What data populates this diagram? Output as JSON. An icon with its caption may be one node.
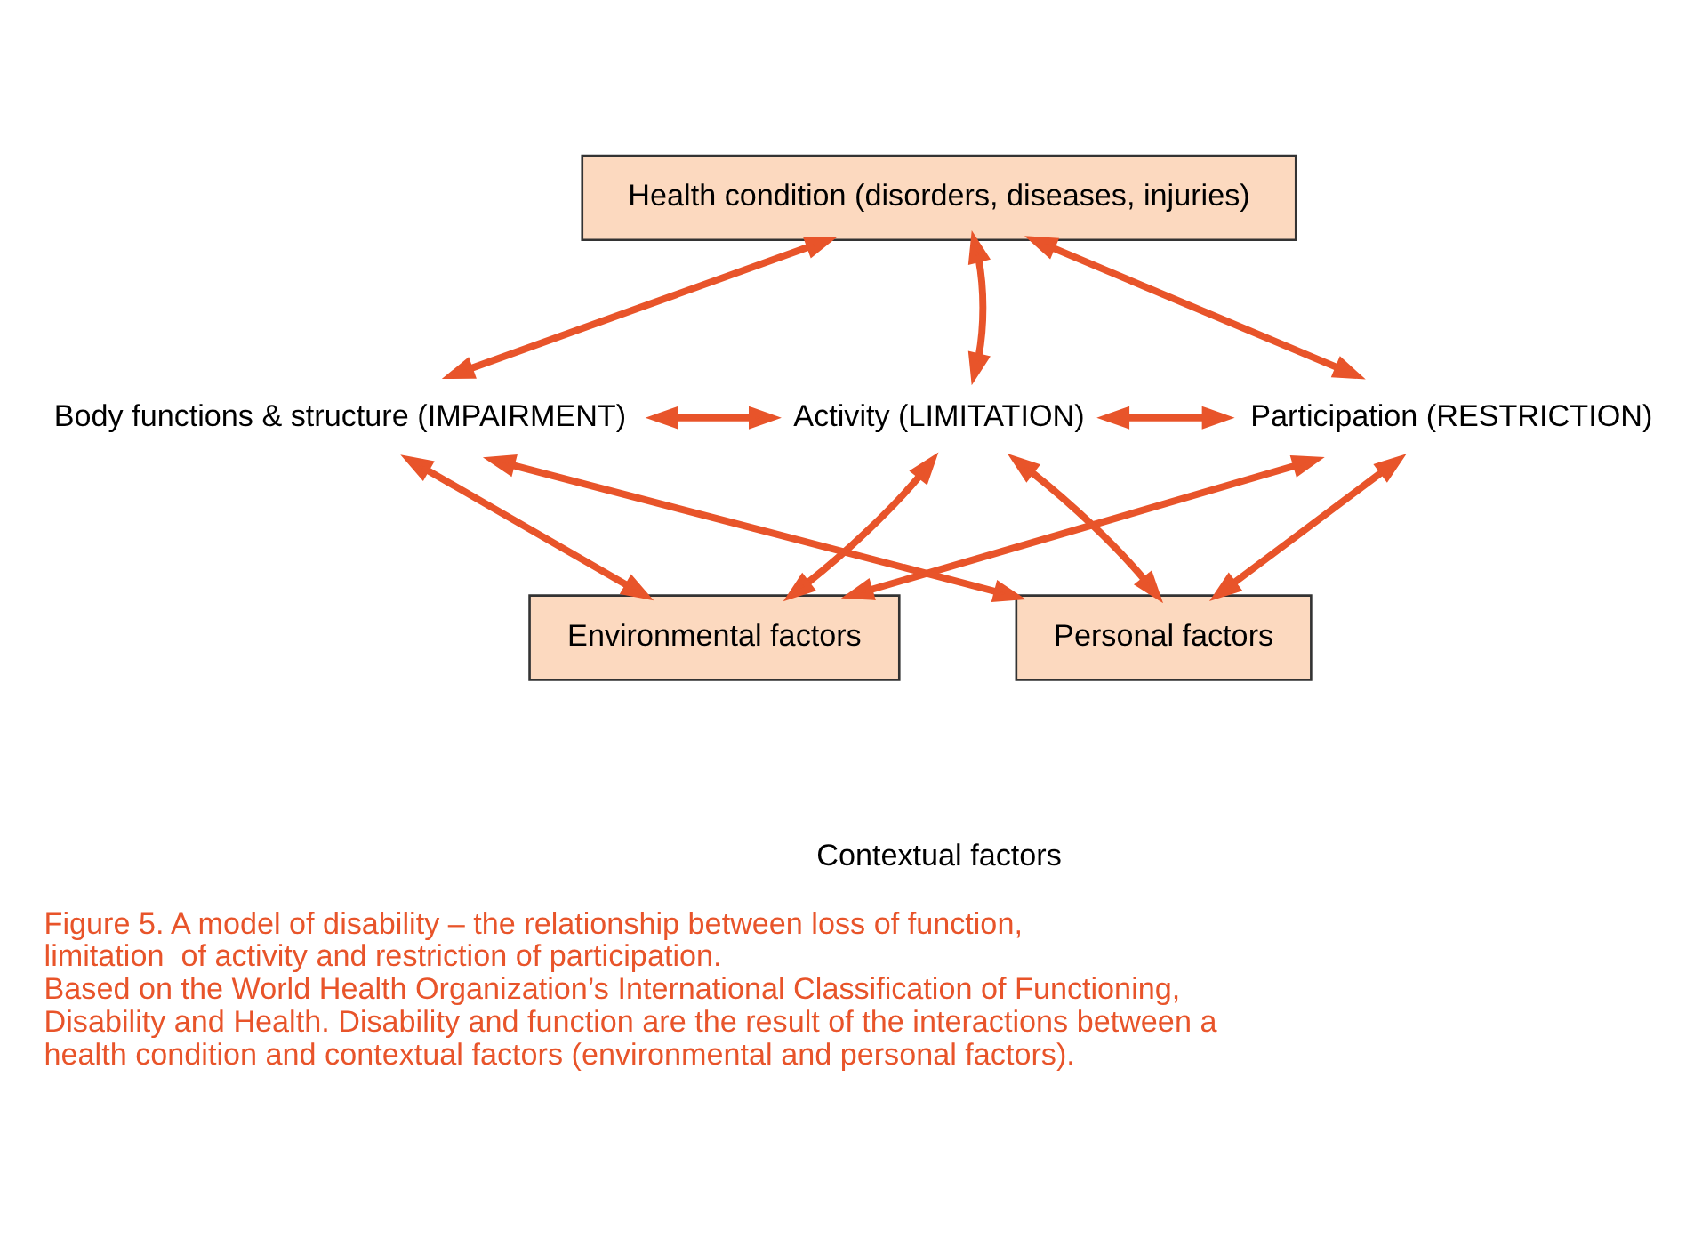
{
  "diagram": {
    "title": "Figure 5. A model of disability – the relationship between loss of function, limitation  of activity and restriction of participation.",
    "caption": "Based on the World Health Organization’s International Classification of Functioning, Disability and Health. Disability and function are the result of the interactions between a health condition and contextual factors (environmental and personal factors).",
    "nodes": [
      {
        "text": [
          "Health condition (disorders, diseases, injuries)"
        ]
      },
      {
        "text": [
          "Body functions & structure (IMPAIRMENT)"
        ]
      },
      {
        "text": [
          "Activity (LIMITATION)"
        ]
      },
      {
        "text": [
          "Participation (RESTRICTION)"
        ]
      },
      {
        "text": [
          "Environmental factors"
        ]
      },
      {
        "text": [
          "Personal factors"
        ]
      }
    ],
    "edges": [
      {
        "from": 0,
        "to": 1,
        "arrow": "both"
      },
      {
        "from": 0,
        "to": 2,
        "arrow": "both"
      },
      {
        "from": 0,
        "to": 3,
        "arrow": "both"
      },
      {
        "from": 1,
        "to": 2,
        "arrow": "both"
      },
      {
        "from": 2,
        "to": 3,
        "arrow": "both"
      },
      {
        "from": 4,
        "to": 1,
        "arrow": "both"
      },
      {
        "from": 4,
        "to": 2,
        "arrow": "both"
      },
      {
        "from": 4,
        "to": 3,
        "arrow": "both"
      },
      {
        "from": 5,
        "to": 1,
        "arrow": "both"
      },
      {
        "from": 5,
        "to": 2,
        "arrow": "both"
      },
      {
        "from": 5,
        "to": 3,
        "arrow": "both"
      }
    ],
    "labels": [
      "Contextual factors"
    ]
  }
}
